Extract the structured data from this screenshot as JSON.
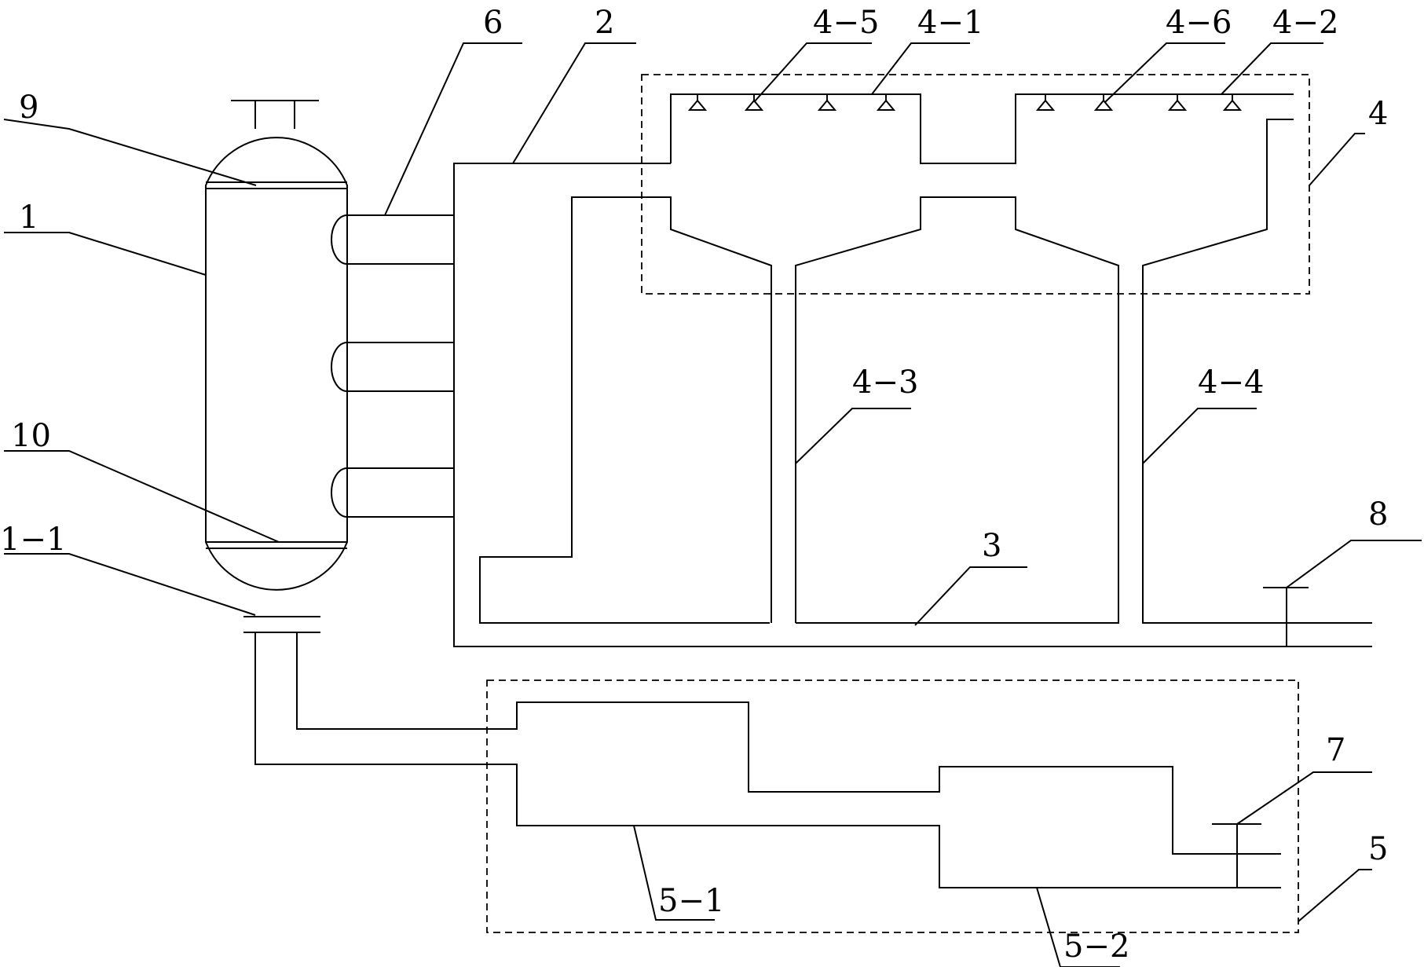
{
  "labels": {
    "l1": "1",
    "l1_1": "1−1",
    "l2": "2",
    "l3": "3",
    "l4": "4",
    "l4_1": "4−1",
    "l4_2": "4−2",
    "l4_3": "4−3",
    "l4_4": "4−4",
    "l4_5": "4−5",
    "l4_6": "4−6",
    "l5": "5",
    "l5_1": "5−1",
    "l5_2": "5−2",
    "l6": "6",
    "l7": "7",
    "l8": "8",
    "l9": "9",
    "l10": "10"
  }
}
